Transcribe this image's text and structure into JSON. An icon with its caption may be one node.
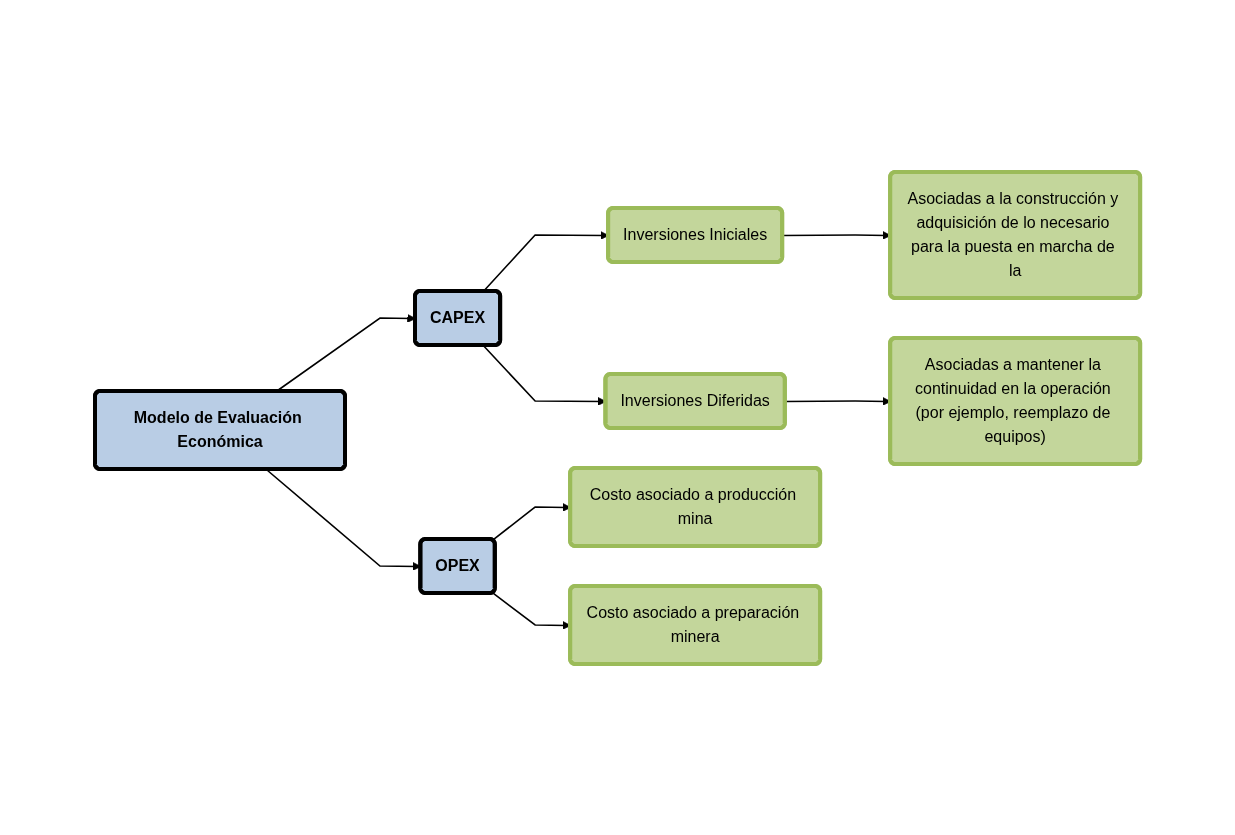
{
  "diagram": {
    "nodes": [
      {
        "text": [
          "Modelo de Evaluación Económica"
        ]
      },
      {
        "text": [
          "CAPEX"
        ]
      },
      {
        "text": [
          "OPEX"
        ]
      },
      {
        "text": [
          "Inversiones Iniciales"
        ]
      },
      {
        "text": [
          "Asociadas a la construcción y adquisición de lo necesario para la puesta en marcha de la"
        ]
      },
      {
        "text": [
          "Inversiones Diferidas"
        ]
      },
      {
        "text": [
          "Asociadas a mantener la continuidad en la operación (por ejemplo, reemplazo de equipos)"
        ]
      },
      {
        "text": [
          "Costo asociado a producción mina"
        ]
      },
      {
        "text": [
          "Costo asociado a preparación minera"
        ]
      }
    ],
    "edges": [
      {
        "from": 0,
        "to": 1,
        "arrow": "to"
      },
      {
        "from": 0,
        "to": 2,
        "arrow": "to"
      },
      {
        "from": 1,
        "to": 3,
        "arrow": "to"
      },
      {
        "from": 3,
        "to": 4,
        "arrow": "to"
      },
      {
        "from": 1,
        "to": 5,
        "arrow": "to"
      },
      {
        "from": 5,
        "to": 6,
        "arrow": "to"
      },
      {
        "from": 2,
        "to": 7,
        "arrow": "to"
      },
      {
        "from": 2,
        "to": 8,
        "arrow": "to"
      }
    ]
  }
}
